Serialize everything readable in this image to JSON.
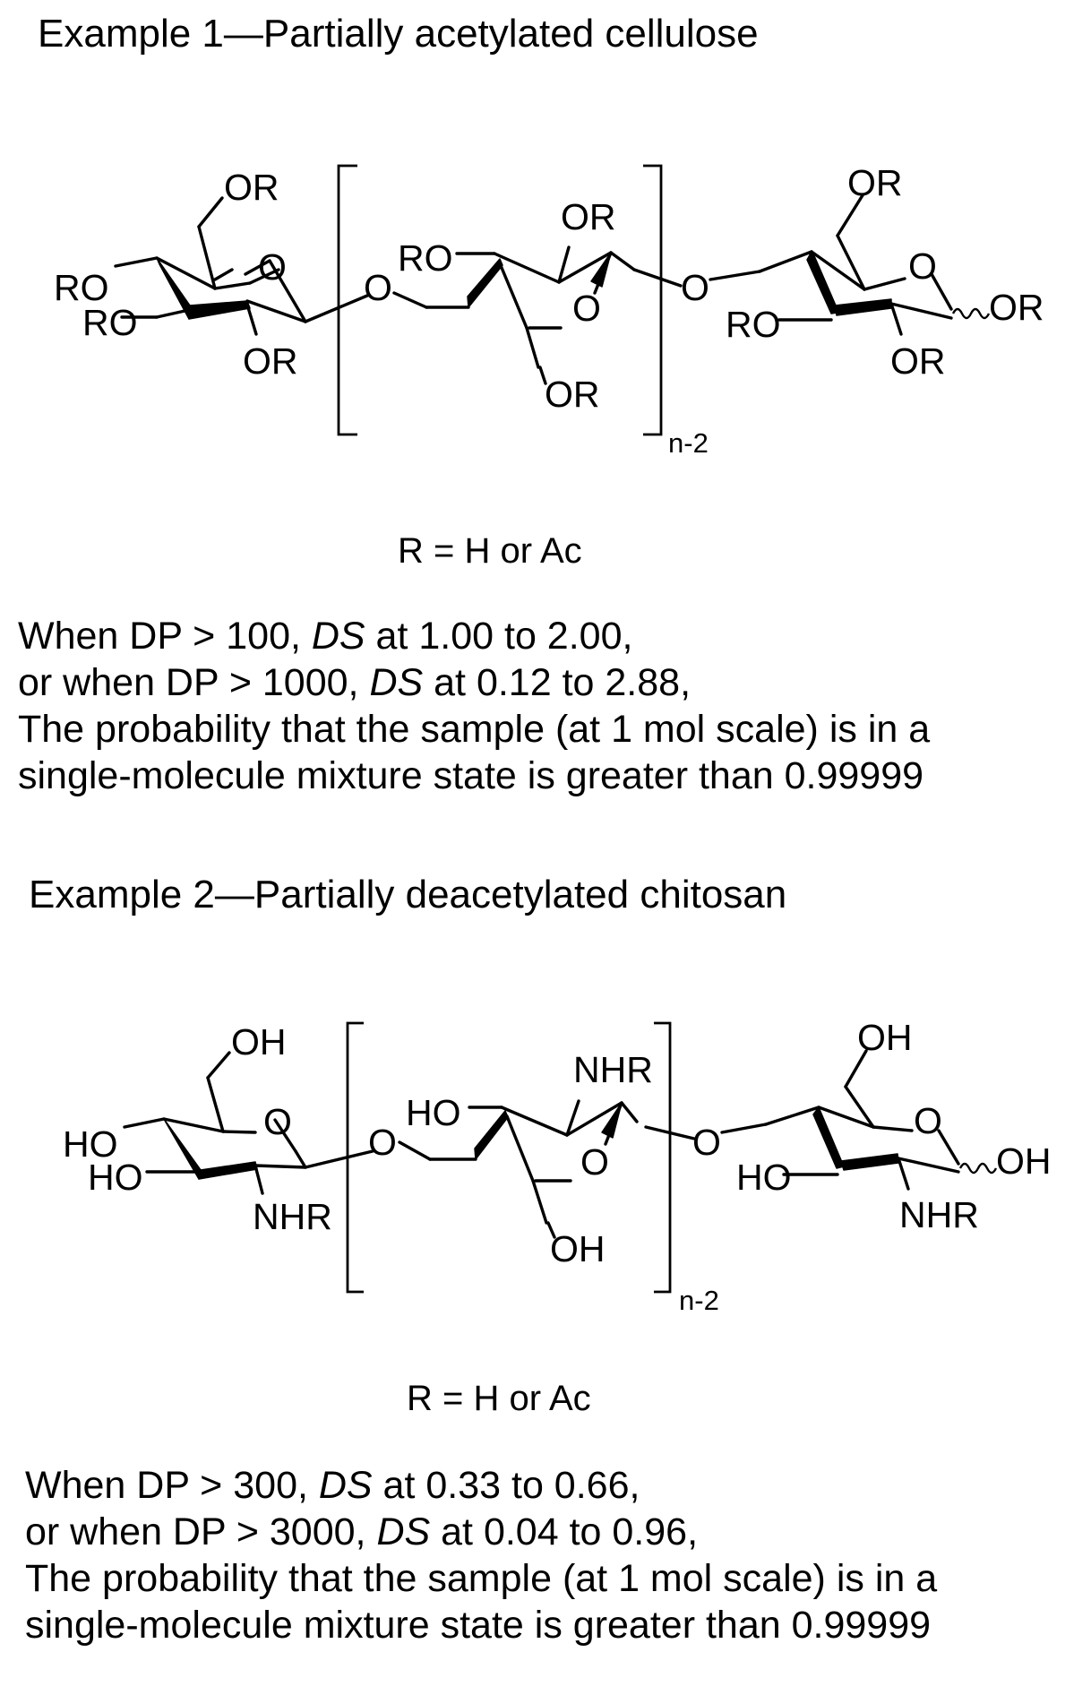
{
  "example1": {
    "title": "Example 1—Partially acetylated cellulose",
    "labels": {
      "or_c6_left": "OR",
      "ro_c4_left": "RO",
      "ro_c3_left": "RO",
      "o_ring_left": "O",
      "or_c2_left": "OR",
      "o_link_left": "O",
      "ro_c3_mid": "RO",
      "or_c2_mid": "OR",
      "o_ring_mid": "O",
      "or_c6_mid": "OR",
      "o_link_right": "O",
      "or_c6_right": "OR",
      "o_ring_right": "O",
      "ro_c3_right": "RO",
      "or_c1_right": "OR",
      "or_c2_right": "OR",
      "repeat": "n-2"
    },
    "r_definition": "R = H or Ac",
    "conditions": {
      "line1_a": "When DP > 100, ",
      "line1_ds": "DS",
      "line1_b": " at 1.00 to 2.00,",
      "line2_a": "or when DP > 1000, ",
      "line2_ds": "DS",
      "line2_b": " at 0.12 to 2.88,",
      "line3": "The probability that the sample (at 1 mol scale) is in a",
      "line4": "single-molecule mixture state is greater than 0.99999"
    }
  },
  "example2": {
    "title": "Example 2—Partially deacetylated chitosan",
    "labels": {
      "oh_c6_left": "OH",
      "ho_c4_left": "HO",
      "ho_c3_left": "HO",
      "o_ring_left": "O",
      "nhr_c2_left": "NHR",
      "o_link_left": "O",
      "ho_c3_mid": "HO",
      "nhr_c2_mid": "NHR",
      "o_ring_mid": "O",
      "oh_c6_mid": "OH",
      "o_link_right": "O",
      "oh_c6_right": "OH",
      "o_ring_right": "O",
      "ho_c3_right": "HO",
      "oh_c1_right": "OH",
      "nhr_c2_right": "NHR",
      "repeat": "n-2"
    },
    "r_definition": "R = H or Ac",
    "conditions": {
      "line1_a": "When DP > 300, ",
      "line1_ds": "DS",
      "line1_b": " at 0.33 to 0.66,",
      "line2_a": "or when DP > 3000, ",
      "line2_ds": "DS",
      "line2_b": " at 0.04 to 0.96,",
      "line3": "The probability that the sample (at 1 mol scale) is in a",
      "line4": "single-molecule mixture state is greater than 0.99999"
    }
  }
}
